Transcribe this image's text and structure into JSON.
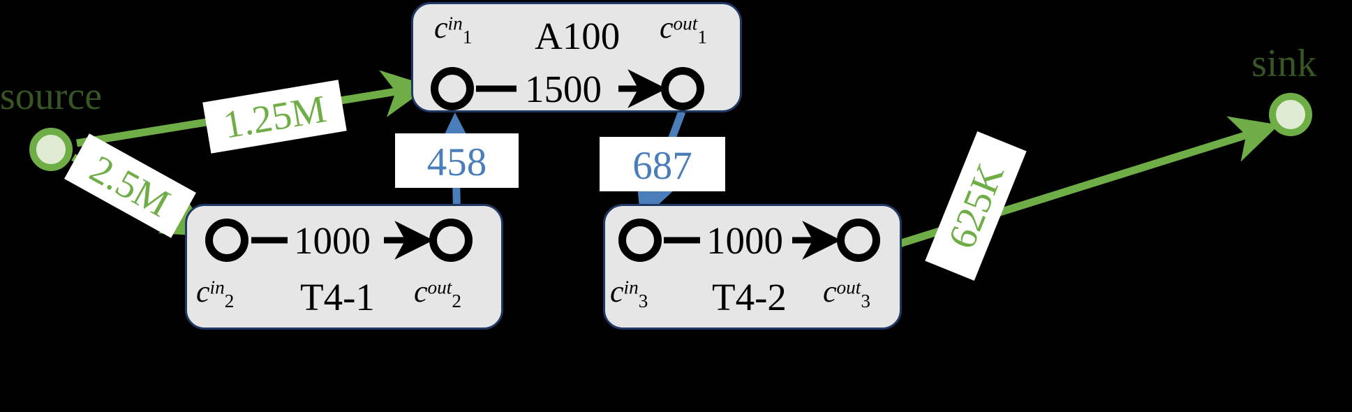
{
  "diagram": {
    "title": "task-to-device mapping flow network",
    "background_color": "#000000",
    "colors": {
      "flow_green": "#6fae46",
      "terminal_text_green": "#375623",
      "flow_blue": "#4a7ebb",
      "device_fill": "#e6e6e6",
      "device_border": "#1f3864",
      "port_stroke": "#000000",
      "label_bg": "#ffffff"
    }
  },
  "terminals": [
    {
      "id": "source",
      "label": "source",
      "icon": "source-node-circle"
    },
    {
      "id": "sink",
      "label": "sink",
      "icon": "sink-node-circle"
    }
  ],
  "devices": [
    {
      "id": "a100",
      "name": "A100",
      "capacity": "1500",
      "in_port": {
        "base": "c",
        "sub": "1",
        "sup": "in"
      },
      "out_port": {
        "base": "c",
        "sub": "1",
        "sup": "out"
      },
      "label_position": "top"
    },
    {
      "id": "t4-1",
      "name": "T4-1",
      "capacity": "1000",
      "in_port": {
        "base": "c",
        "sub": "2",
        "sup": "in"
      },
      "out_port": {
        "base": "c",
        "sub": "2",
        "sup": "out"
      },
      "label_position": "bottom"
    },
    {
      "id": "t4-2",
      "name": "T4-2",
      "capacity": "1000",
      "in_port": {
        "base": "c",
        "sub": "3",
        "sup": "in"
      },
      "out_port": {
        "base": "c",
        "sub": "3",
        "sup": "out"
      },
      "label_position": "bottom"
    }
  ],
  "edges": [
    {
      "id": "source-to-a100",
      "label": "1.25M",
      "color": "green",
      "from": "source",
      "to": "c1-in"
    },
    {
      "id": "source-to-t41",
      "label": "2.5M",
      "color": "green",
      "from": "source",
      "to": "c2-in"
    },
    {
      "id": "t41-out-to-a100-in",
      "label": "458",
      "color": "blue",
      "from": "c2-out",
      "to": "c1-in"
    },
    {
      "id": "a100-out-to-t42-in",
      "label": "687",
      "color": "blue",
      "from": "c1-out",
      "to": "c3-in"
    },
    {
      "id": "t42-to-sink",
      "label": "625K",
      "color": "green",
      "from": "c3-out",
      "to": "sink"
    }
  ]
}
